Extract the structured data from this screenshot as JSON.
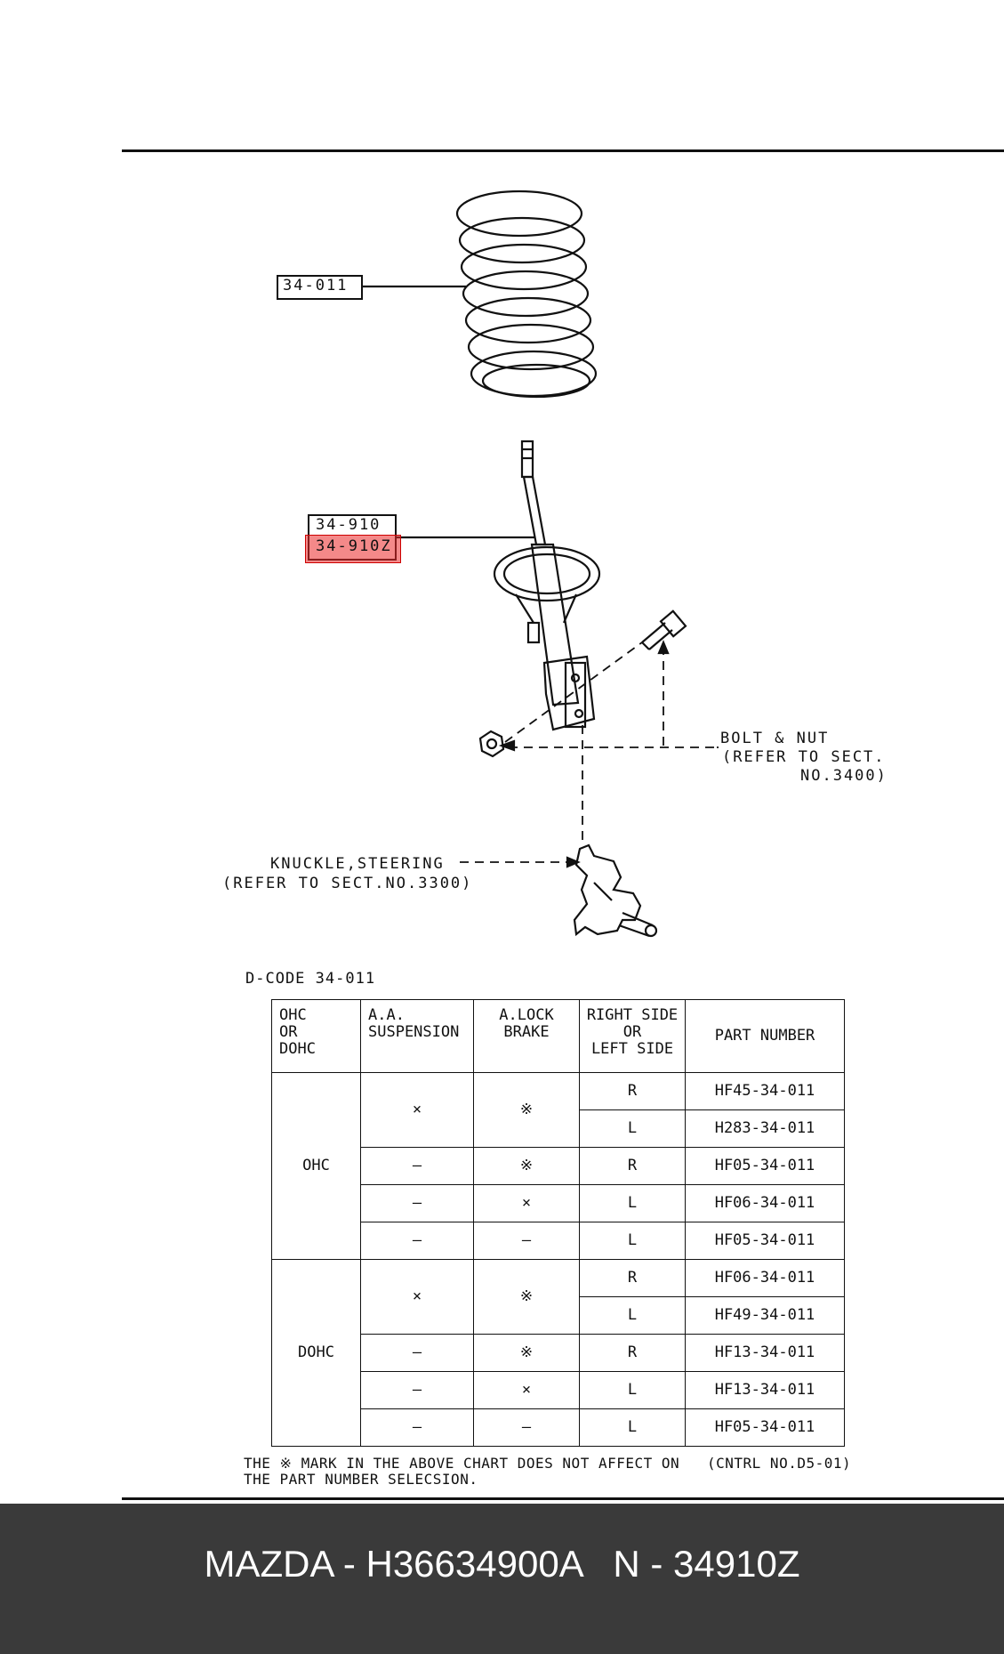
{
  "diagram": {
    "spring_label": "34-011",
    "strut_label_1": "34-910",
    "strut_label_2": "34-910Z",
    "bolt_line1": "BOLT & NUT",
    "bolt_line2": "(REFER TO SECT.",
    "bolt_line3": "NO.3400)",
    "knuckle_line1": "KNUCKLE,STEERING",
    "knuckle_line2": "(REFER TO SECT.NO.3300)"
  },
  "dcode": "D-CODE 34-011",
  "table": {
    "headers": {
      "engine": [
        "OHC",
        "OR",
        "DOHC"
      ],
      "suspension": [
        "A.A.",
        "SUSPENSION"
      ],
      "brake": [
        "A.LOCK",
        "BRAKE"
      ],
      "side": [
        "RIGHT SIDE",
        "OR",
        "LEFT SIDE"
      ],
      "part": "PART  NUMBER"
    },
    "groups": [
      "OHC",
      "DOHC"
    ],
    "merged": {
      "suspension": "×",
      "brake": "※"
    },
    "rows": [
      {
        "susp": "×",
        "brake": "※",
        "side": "R",
        "part": "HF45-34-011"
      },
      {
        "susp": "",
        "brake": "",
        "side": "L",
        "part": "H283-34-011"
      },
      {
        "susp": "–",
        "brake": "※",
        "side": "R",
        "part": "HF05-34-011"
      },
      {
        "susp": "–",
        "brake": "×",
        "side": "L",
        "part": "HF06-34-011"
      },
      {
        "susp": "–",
        "brake": "–",
        "side": "L",
        "part": "HF05-34-011"
      },
      {
        "susp": "×",
        "brake": "※",
        "side": "R",
        "part": "HF06-34-011"
      },
      {
        "susp": "",
        "brake": "",
        "side": "L",
        "part": "HF49-34-011"
      },
      {
        "susp": "–",
        "brake": "※",
        "side": "R",
        "part": "HF13-34-011"
      },
      {
        "susp": "–",
        "brake": "×",
        "side": "L",
        "part": "HF13-34-011"
      },
      {
        "susp": "–",
        "brake": "–",
        "side": "L",
        "part": "HF05-34-011"
      }
    ]
  },
  "note_line1": "THE ※ MARK IN THE ABOVE CHART DOES NOT AFFECT ON",
  "note_line2": "THE PART NUMBER SELECSION.",
  "control_no": "(CNTRL NO.D5-01)",
  "footer": {
    "text": "MAZDA - H36634900A   N - 34910Z"
  }
}
